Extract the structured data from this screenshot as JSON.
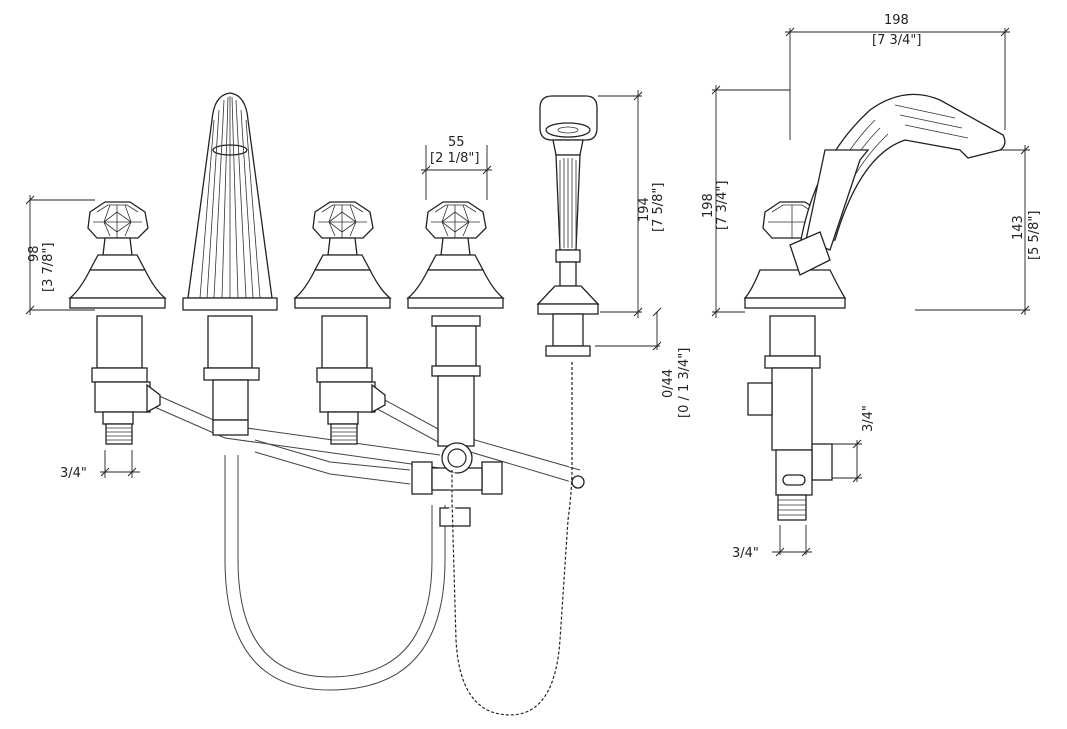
{
  "dimensions": {
    "handle_height": {
      "mm": "98",
      "in": "[3 7/8\"]"
    },
    "handle_width": {
      "mm": "55",
      "in": "[2 1/8\"]"
    },
    "handshower_height": {
      "mm": "194",
      "in": "[7 5/8\"]"
    },
    "deck_thickness": {
      "mm": "0/44",
      "in": "[0 / 1 3/4\"]"
    },
    "side_width": {
      "mm": "198",
      "in": "[7 3/4\"]"
    },
    "side_height": {
      "mm": "198",
      "in": "[7 3/4\"]"
    },
    "side_spout_height": {
      "mm": "143",
      "in": "[5 5/8\"]"
    },
    "inlet_front": "3/4\"",
    "inlet_side_outlet": "3/4\"",
    "inlet_side_bottom": "3/4\""
  }
}
